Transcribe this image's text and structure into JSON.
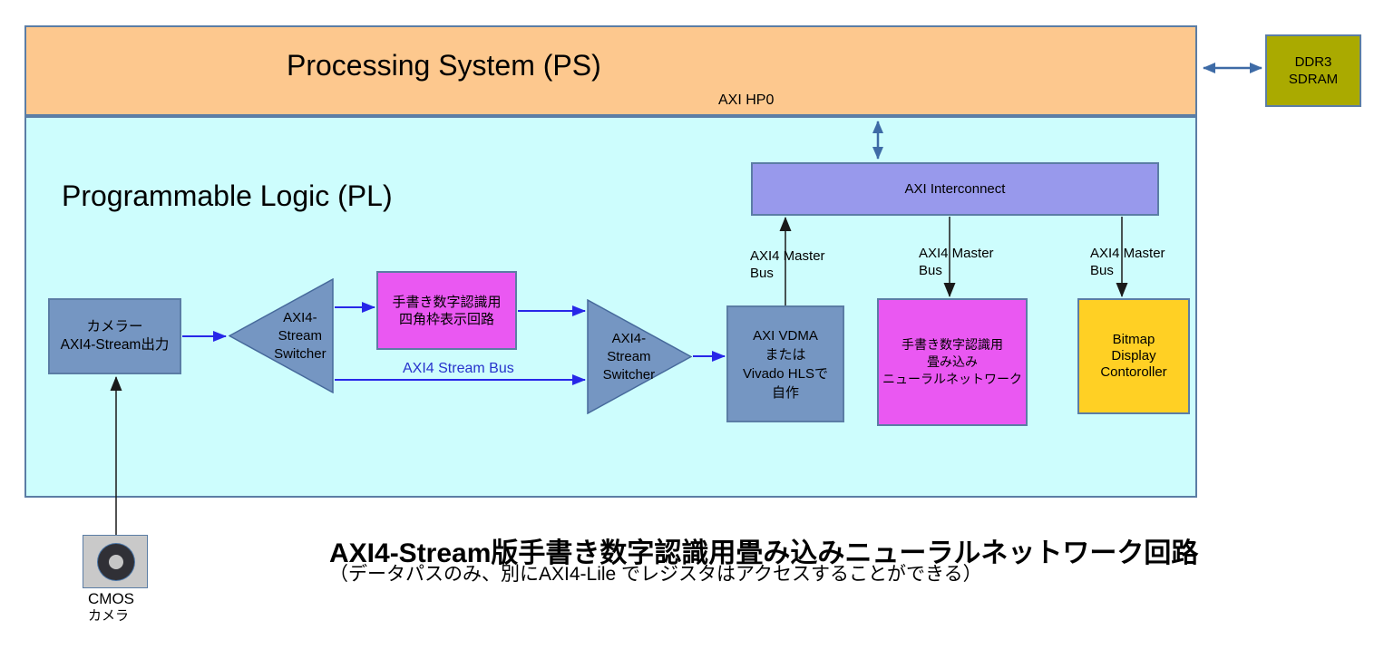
{
  "palette": {
    "ps_fill": "#fdc88e",
    "pl_fill": "#cdfdfd",
    "ddr3_fill": "#aaaa00",
    "block_blue_fill": "#7596c2",
    "magenta_fill": "#ea58f2",
    "interconnect_fill": "#9899ec",
    "bitmap_fill": "#ffd024",
    "camera_icon_gray": "#c9c9c9",
    "stream_arrow_blue": "#2727e8",
    "steel_arrow_blue": "#3e6ba6",
    "black_line": "#1a1a1a",
    "box_border": "#5b7da5",
    "stream_bus_text": "#2733cc"
  },
  "regions": {
    "ps": {
      "label": "Processing System (PS)"
    },
    "pl": {
      "label": "Programmable Logic (PL)"
    }
  },
  "blocks": {
    "ddr3": {
      "label": "DDR3\nSDRAM"
    },
    "camera_output": {
      "label": "カメラー\nAXI4-Stream出力"
    },
    "switcher1": {
      "label": "AXI4-\nStream\nSwitcher"
    },
    "rect_frame_display": {
      "label": "手書き数字認識用\n四角枠表示回路"
    },
    "switcher2": {
      "label": "AXI4-\nStream\nSwitcher"
    },
    "vdma": {
      "label": "AXI VDMA\nまたは\nVivado HLSで\n自作"
    },
    "interconnect": {
      "label": "AXI Interconnect"
    },
    "cnn": {
      "label": "手書き数字認識用\n畳み込み\nニューラルネットワーク"
    },
    "bitmap_display": {
      "label": "Bitmap\nDisplay\nContoroller"
    },
    "cmos_camera": {
      "label_line1": "CMOS",
      "label_line2": "カメラ"
    }
  },
  "bus_labels": {
    "axi_hp0": "AXI HP0",
    "axi4_stream_bus": "AXI4 Stream Bus",
    "master_bus_1": "AXI4 Master\nBus",
    "master_bus_2": "AXI4 Master\nBus",
    "master_bus_3": "AXI4 Master\nBus"
  },
  "caption": {
    "title": "AXI4-Stream版手書き数字認識用畳み込みニューラルネットワーク回路",
    "subtitle": "（データパスのみ、別にAXI4-Lile でレジスタはアクセスすることができる）"
  },
  "connectors": [
    {
      "name": "ps-ddr3",
      "style": "double-arrow-steel"
    },
    {
      "name": "ps-interconnect",
      "style": "double-arrow-steel"
    },
    {
      "name": "camera-output-to-switcher1",
      "style": "blue-arrow"
    },
    {
      "name": "switcher1-to-rect-frame",
      "style": "blue-arrow"
    },
    {
      "name": "rect-frame-to-switcher2",
      "style": "blue-arrow"
    },
    {
      "name": "switcher1-to-switcher2-stream-bus",
      "style": "blue-arrow"
    },
    {
      "name": "switcher2-to-vdma",
      "style": "blue-arrow"
    },
    {
      "name": "cmos-camera-to-camera-output",
      "style": "black-arrow"
    },
    {
      "name": "vdma-to-interconnect",
      "style": "black-arrow"
    },
    {
      "name": "interconnect-to-cnn",
      "style": "black-arrow"
    },
    {
      "name": "interconnect-to-bitmap",
      "style": "black-arrow"
    }
  ]
}
